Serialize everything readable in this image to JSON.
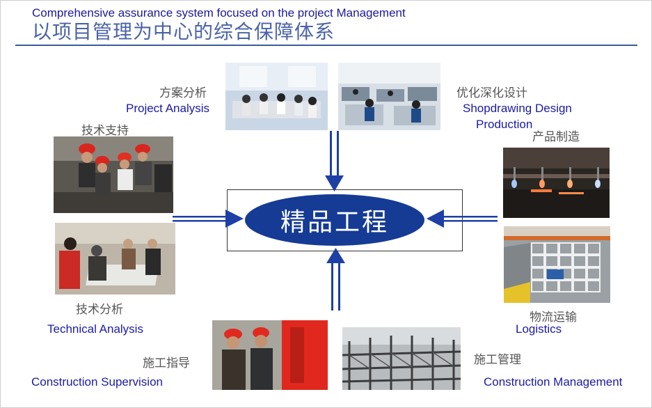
{
  "header": {
    "title_en": "Comprehensive assurance system focused on the project Management",
    "title_cn": "以项目管理为中心的综合保障体系"
  },
  "core": {
    "label": "精品工程"
  },
  "nodes": {
    "project_analysis": {
      "cn": "方案分析",
      "en": "Project Analysis"
    },
    "shopdrawing": {
      "cn": "优化深化设计",
      "en_line1": "Shopdrawing Design",
      "en_line2": "Production"
    },
    "tech_support": {
      "cn": "技术支持"
    },
    "manufacturing": {
      "cn": "产品制造"
    },
    "tech_analysis": {
      "cn": "技术分析",
      "en": "Technical Analysis"
    },
    "logistics": {
      "cn": "物流运输",
      "en": "Logistics"
    },
    "supervision": {
      "cn": "施工指导",
      "en": "Construction Supervision"
    },
    "management": {
      "cn": "施工管理",
      "en": "Construction Management"
    }
  },
  "colors": {
    "core_fill": "#153b94",
    "arrow": "#1d3fa6",
    "label_en": "#1a1aa8",
    "label_cn": "#555555",
    "rule": "#3b5b9a"
  },
  "photos": [
    "meeting-room-photo",
    "office-workstations-photo",
    "workers-helmets-photo",
    "plasma-cutting-photo",
    "drawing-review-photo",
    "steel-tubes-stack-photo",
    "site-supervision-photo",
    "steel-structure-site-photo"
  ]
}
